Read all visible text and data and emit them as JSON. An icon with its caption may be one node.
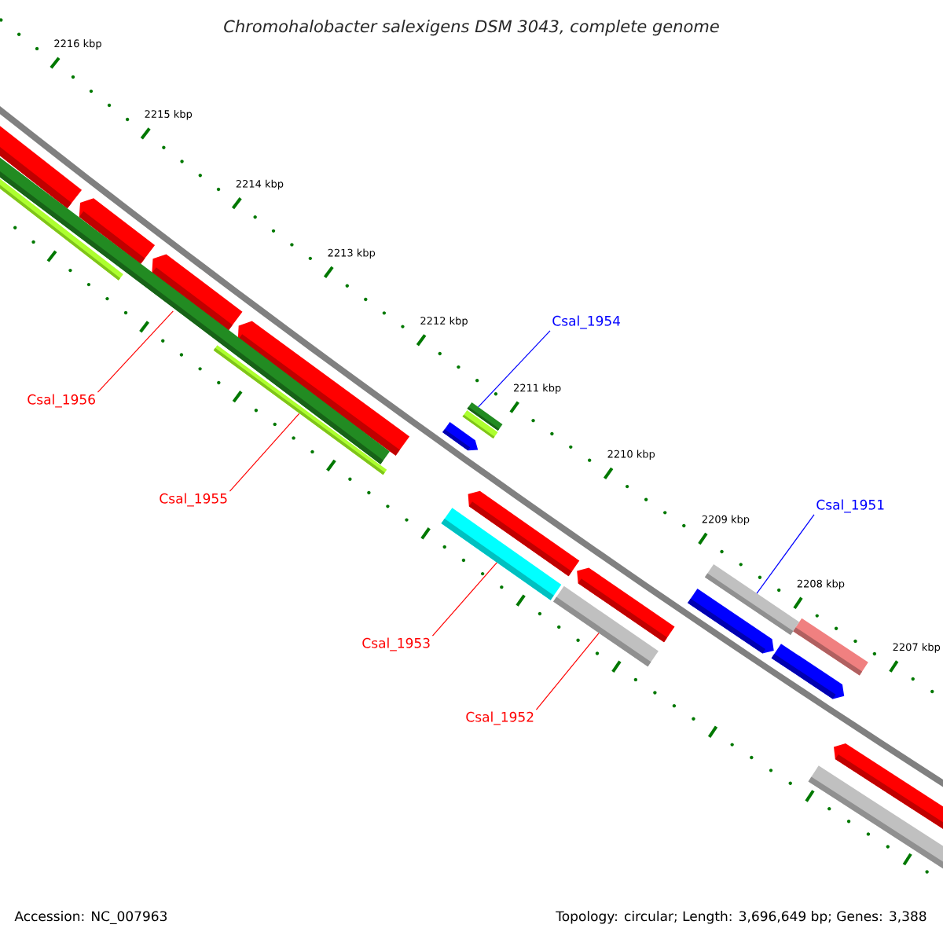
{
  "diagram": {
    "title": "Chromohalobacter salexigens DSM 3043, complete genome",
    "nodes": [
      {
        "text": [
          "Csal_1954"
        ]
      },
      {
        "text": [
          "Csal_1956"
        ]
      },
      {
        "text": [
          "Csal_1955"
        ]
      },
      {
        "text": [
          "Csal_1951"
        ]
      },
      {
        "text": [
          "Csal_1953"
        ]
      },
      {
        "text": [
          "Csal_1952"
        ]
      },
      {
        "text": [],
        "shape": "bar"
      },
      {
        "text": [],
        "shape": "bar"
      },
      {
        "text": [],
        "shape": "bar"
      },
      {
        "text": [],
        "shape": "bar"
      },
      {
        "text": [],
        "shape": "bar"
      },
      {
        "text": [],
        "shape": "bar"
      }
    ],
    "edges": [
      {
        "from": 0,
        "to": 9,
        "arrow": "none",
        "color": "#0000ff"
      },
      {
        "from": 1,
        "to": 6,
        "arrow": "none"
      },
      {
        "from": 2,
        "to": 7,
        "arrow": "none"
      },
      {
        "from": 3,
        "to": 11,
        "arrow": "none",
        "color": "#0000ff"
      },
      {
        "from": 4,
        "to": 8,
        "arrow": "none"
      },
      {
        "from": 5,
        "to": 10,
        "arrow": "none"
      }
    ],
    "labels": [
      "2216 kbp",
      "2215 kbp",
      "2214 kbp",
      "2213 kbp",
      "2212 kbp",
      "2211 kbp",
      "2210 kbp",
      "2209 kbp",
      "2208 kbp",
      "2207 kbp",
      "Accession: NC_007963",
      "Topology: circular; Length: 3,696,649 bp; Genes: 3,388"
    ]
  }
}
